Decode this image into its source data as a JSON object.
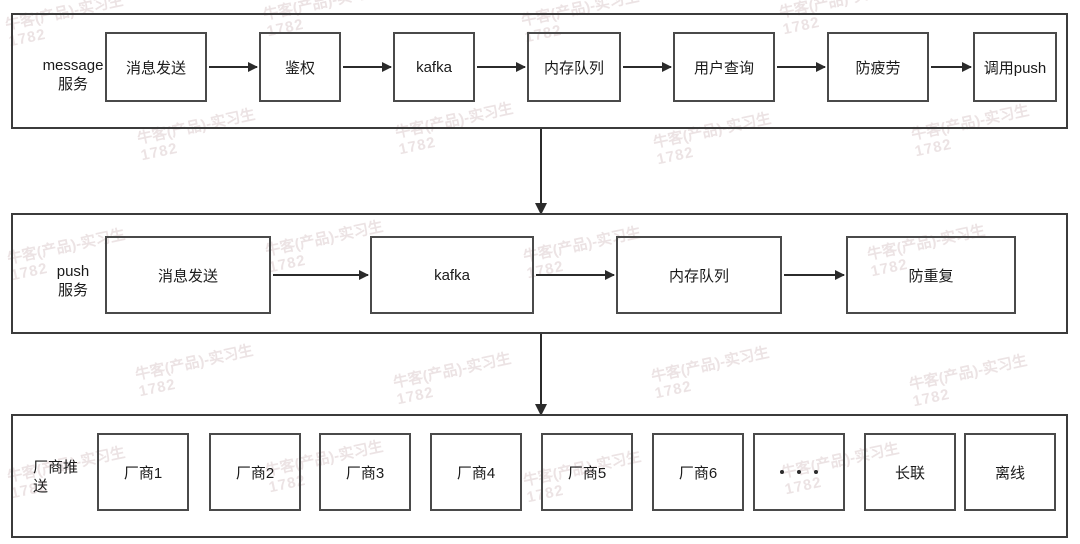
{
  "diagram": {
    "type": "flow-diagram",
    "bands": [
      {
        "id": "message-service",
        "label": "message\n服务",
        "nodes": [
          {
            "label": "消息发送"
          },
          {
            "label": "鉴权"
          },
          {
            "label": "kafka"
          },
          {
            "label": "内存队列"
          },
          {
            "label": "用户查询"
          },
          {
            "label": "防疲劳"
          },
          {
            "label": "调用push"
          }
        ]
      },
      {
        "id": "push-service",
        "label": "push\n服务",
        "nodes": [
          {
            "label": "消息发送"
          },
          {
            "label": "kafka"
          },
          {
            "label": "内存队列"
          },
          {
            "label": "防重复"
          }
        ]
      },
      {
        "id": "vendor-push",
        "label": "厂商推\n送",
        "nodes": [
          {
            "label": "厂商1"
          },
          {
            "label": "厂商2"
          },
          {
            "label": "厂商3"
          },
          {
            "label": "厂商4"
          },
          {
            "label": "厂商5"
          },
          {
            "label": "厂商6"
          },
          {
            "label": "..."
          },
          {
            "label": "长联"
          },
          {
            "label": "离线"
          }
        ]
      }
    ],
    "colors": {
      "band_border": "#3b3b3b",
      "node_border": "#4a4a4a",
      "arrow": "#2b2b2b",
      "text": "#1a1a1a",
      "background": "#ffffff",
      "watermark": "#e9dfe0"
    }
  },
  "watermark": {
    "text": "牛客(产品)-实习生",
    "number": "1782"
  }
}
